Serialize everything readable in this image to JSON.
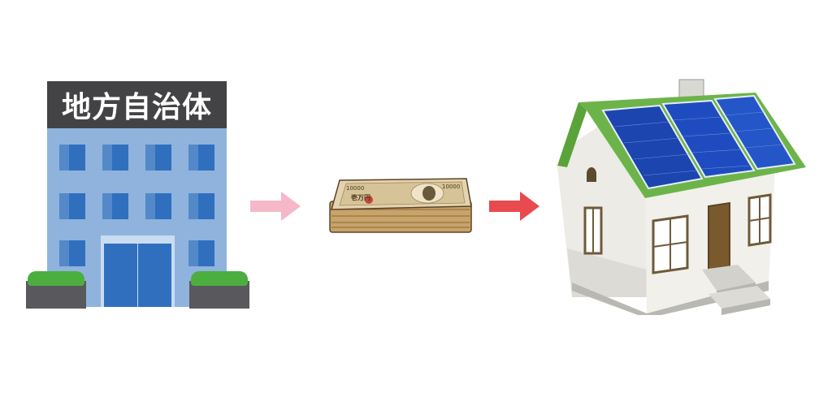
{
  "building": {
    "sign_text": "地方自治体"
  },
  "money": {
    "note_denomination": "10000",
    "note_label": "壱万円"
  },
  "arrows": {
    "first_color": "#f6b8c8",
    "second_color": "#e84a50"
  },
  "colors": {
    "building_wall": "#8fb3dc",
    "building_window": "#2f6fbe",
    "sign_background": "#434345",
    "roof": "#6cb44a",
    "solar_panel": "#1c45b0",
    "house_wall": "#ecebe6",
    "door": "#7a5a2c"
  },
  "icons": [
    "government-building-icon",
    "arrow-right-icon",
    "banknote-stack-icon",
    "solar-house-icon"
  ]
}
